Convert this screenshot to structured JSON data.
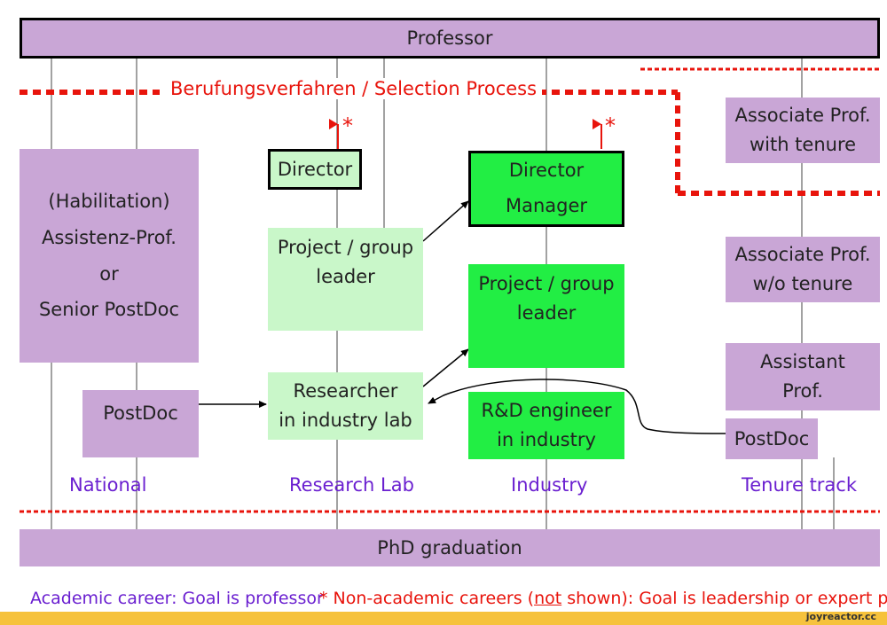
{
  "boxes": {
    "professor": "Professor",
    "phd": "PhD graduation",
    "habilitation": [
      "(Habilitation)",
      "Assistenz-Prof.",
      "or",
      "Senior PostDoc"
    ],
    "postdoc_national": "PostDoc",
    "director_lab": "Director",
    "project_leader_lab": [
      "Project / group",
      "leader"
    ],
    "researcher_lab": [
      "Researcher",
      "in industry lab"
    ],
    "director_manager": [
      "Director",
      "Manager"
    ],
    "project_leader_industry": [
      "Project / group",
      "leader"
    ],
    "rd_engineer": [
      "R&D engineer",
      "in industry"
    ],
    "assoc_tenure": [
      "Associate Prof.",
      "with tenure"
    ],
    "assoc_wo_tenure": [
      "Associate Prof.",
      "w/o tenure"
    ],
    "assistant_prof": [
      "Assistant",
      "Prof."
    ],
    "postdoc_tenure": "PostDoc"
  },
  "labels": {
    "selection_process": "Berufungsverfahren / Selection Process",
    "asterisk": "*",
    "national": "National",
    "research_lab": "Research Lab",
    "industry": "Industry",
    "tenure_track": "Tenure track"
  },
  "footer": {
    "left": "Academic career: Goal is professor",
    "right_pre": "* Non-academic careers (",
    "right_underlined": "not",
    "right_post": " shown): Goal is leadership or expert position"
  },
  "watermark": "joyreactor.cc",
  "colors": {
    "academic": "#c9a6d6",
    "lab": "#c9f7c9",
    "industry": "#22ee44",
    "selection_line": "#e8140c",
    "track_label": "#6a1fd0"
  }
}
